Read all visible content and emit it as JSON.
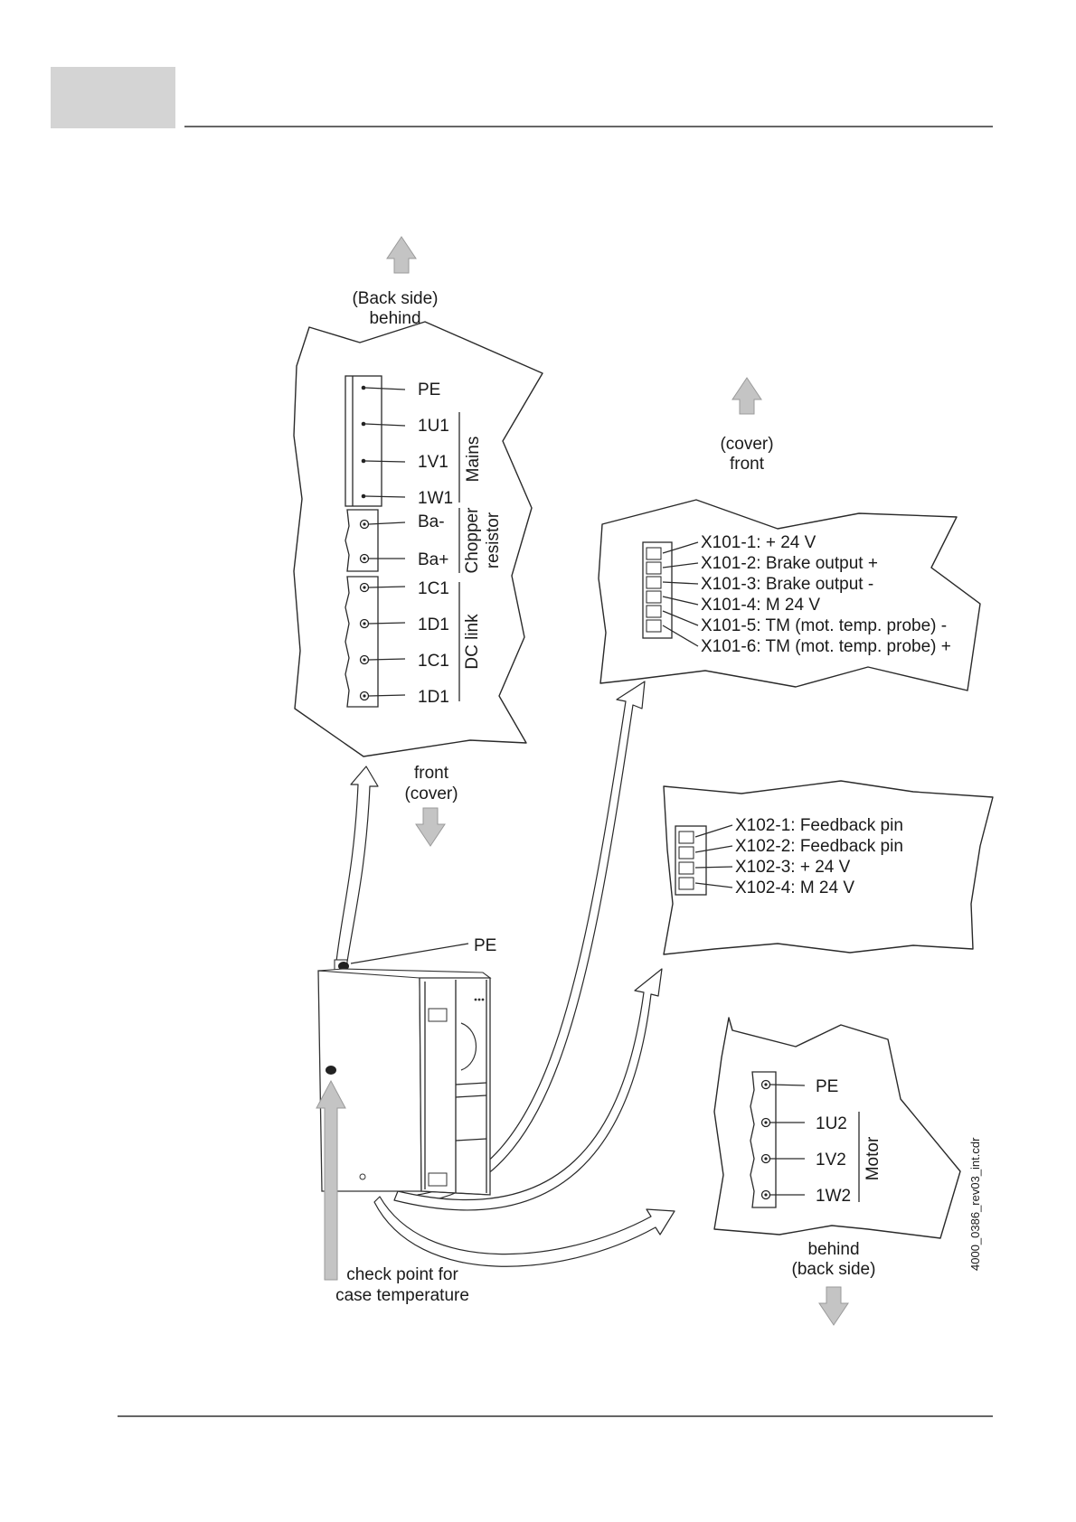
{
  "header": {
    "tab_color": "#d4d4d4"
  },
  "mains_panel": {
    "top_direction": [
      "(Back side)",
      "behind"
    ],
    "bottom_direction": [
      "front",
      "(cover)"
    ],
    "terminals": [
      "PE",
      "1U1",
      "1V1",
      "1W1",
      "Ba-",
      "Ba+",
      "1C1",
      "1D1",
      "1C1",
      "1D1"
    ],
    "group_mains": "Mains",
    "group_chopper": [
      "Chopper",
      "resistor"
    ],
    "group_dc": "DC link"
  },
  "x101_panel": {
    "top_direction": [
      "(cover)",
      "front"
    ],
    "pins": [
      "X101-1: + 24 V",
      "X101-2: Brake output +",
      "X101-3: Brake output -",
      "X101-4: M 24 V",
      "X101-5: TM (mot. temp. probe) -",
      "X101-6: TM (mot. temp. probe) +"
    ]
  },
  "x102_panel": {
    "pins": [
      "X102-1: Feedback pin",
      "X102-2: Feedback pin",
      "X102-3: + 24 V",
      "X102-4: M 24 V"
    ]
  },
  "motor_panel": {
    "terminals": [
      "PE",
      "1U2",
      "1V2",
      "1W2"
    ],
    "group_motor": "Motor",
    "bottom_direction": [
      "behind",
      "(back side)"
    ]
  },
  "device": {
    "pe_label": "PE",
    "check_point": [
      "check point for",
      "case temperature"
    ]
  },
  "drawing_id": "4000_0386_rev03_int.cdr"
}
